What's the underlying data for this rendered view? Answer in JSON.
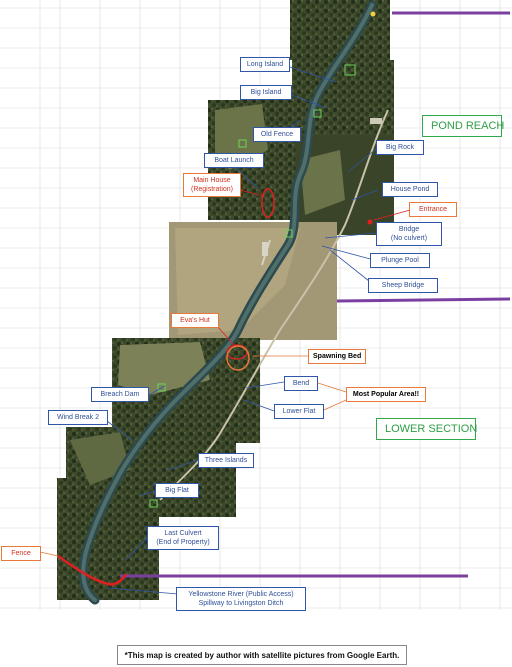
{
  "labels": {
    "long_island": "Long Island",
    "big_island": "Big Island",
    "old_fence": "Old Fence",
    "boat_launch": "Boat Launch",
    "big_rock": "Big Rock",
    "main_house_line1": "Main House",
    "main_house_line2": "(Registration)",
    "house_pond": "House Pond",
    "entrance": "Entrance",
    "bridge_line1": "Bridge",
    "bridge_line2": "(No culvert)",
    "plunge_pool": "Plunge Pool",
    "sheep_bridge": "Sheep Bridge",
    "evas_hut": "Eva's Hut",
    "spawning_bed": "Spawning Bed",
    "bend": "Bend",
    "most_popular": "Most Popular Area!!",
    "breach_dam": "Breach Dam",
    "lower_flat": "Lower Flat",
    "wind_break": "Wind Break 2",
    "three_islands": "Three Islands",
    "big_flat": "Big Flat",
    "last_culvert_line1": "Last Culvert",
    "last_culvert_line2": "(End of Property)",
    "fence": "Fence",
    "yellowstone_line1": "Yellowstone River (Public Access)",
    "yellowstone_line2": "Spillway to Livingston Ditch"
  },
  "sections": {
    "pond_reach": "POND REACH",
    "lower_section": "LOWER SECTION"
  },
  "footnote": "*This map is created by author with satellite pictures from Google Earth.",
  "colors": {
    "feature_label": "#2f4f99",
    "key_label": "#d2301e",
    "highlight_border": "#e8793b",
    "section_label": "#2e9e46",
    "boundary_line": "#7b3fa0"
  }
}
